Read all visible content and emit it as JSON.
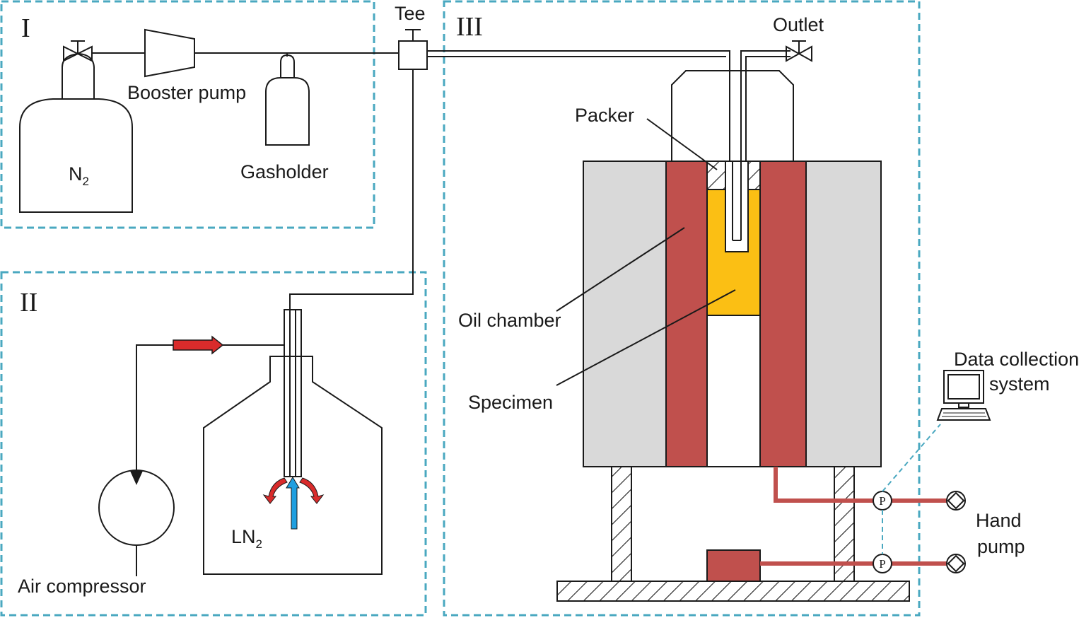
{
  "sections": [
    "I",
    "II",
    "III"
  ],
  "labels": {
    "tee": "Tee",
    "outlet": "Outlet",
    "booster_pump": "Booster pump",
    "gasholder": "Gasholder",
    "n2": "N",
    "n2_sub": "2",
    "ln2": "LN",
    "ln2_sub": "2",
    "air_compressor": "Air compressor",
    "packer": "Packer",
    "oil_chamber": "Oil chamber",
    "specimen": "Specimen",
    "data_collection_line1": "Data collection",
    "data_collection_line2": "system",
    "hand_pump_line1": "Hand",
    "hand_pump_line2": "pump",
    "pressure_gauge": "P"
  },
  "colors": {
    "section_border": "#4aa8c0",
    "oil_chamber": "#c0504d",
    "specimen": "#fbbf14",
    "steel": "#d9d9d9",
    "hot_arrow": "#d92b2b",
    "cold_arrow": "#1f9fe0",
    "oil_line": "#c0504d"
  }
}
